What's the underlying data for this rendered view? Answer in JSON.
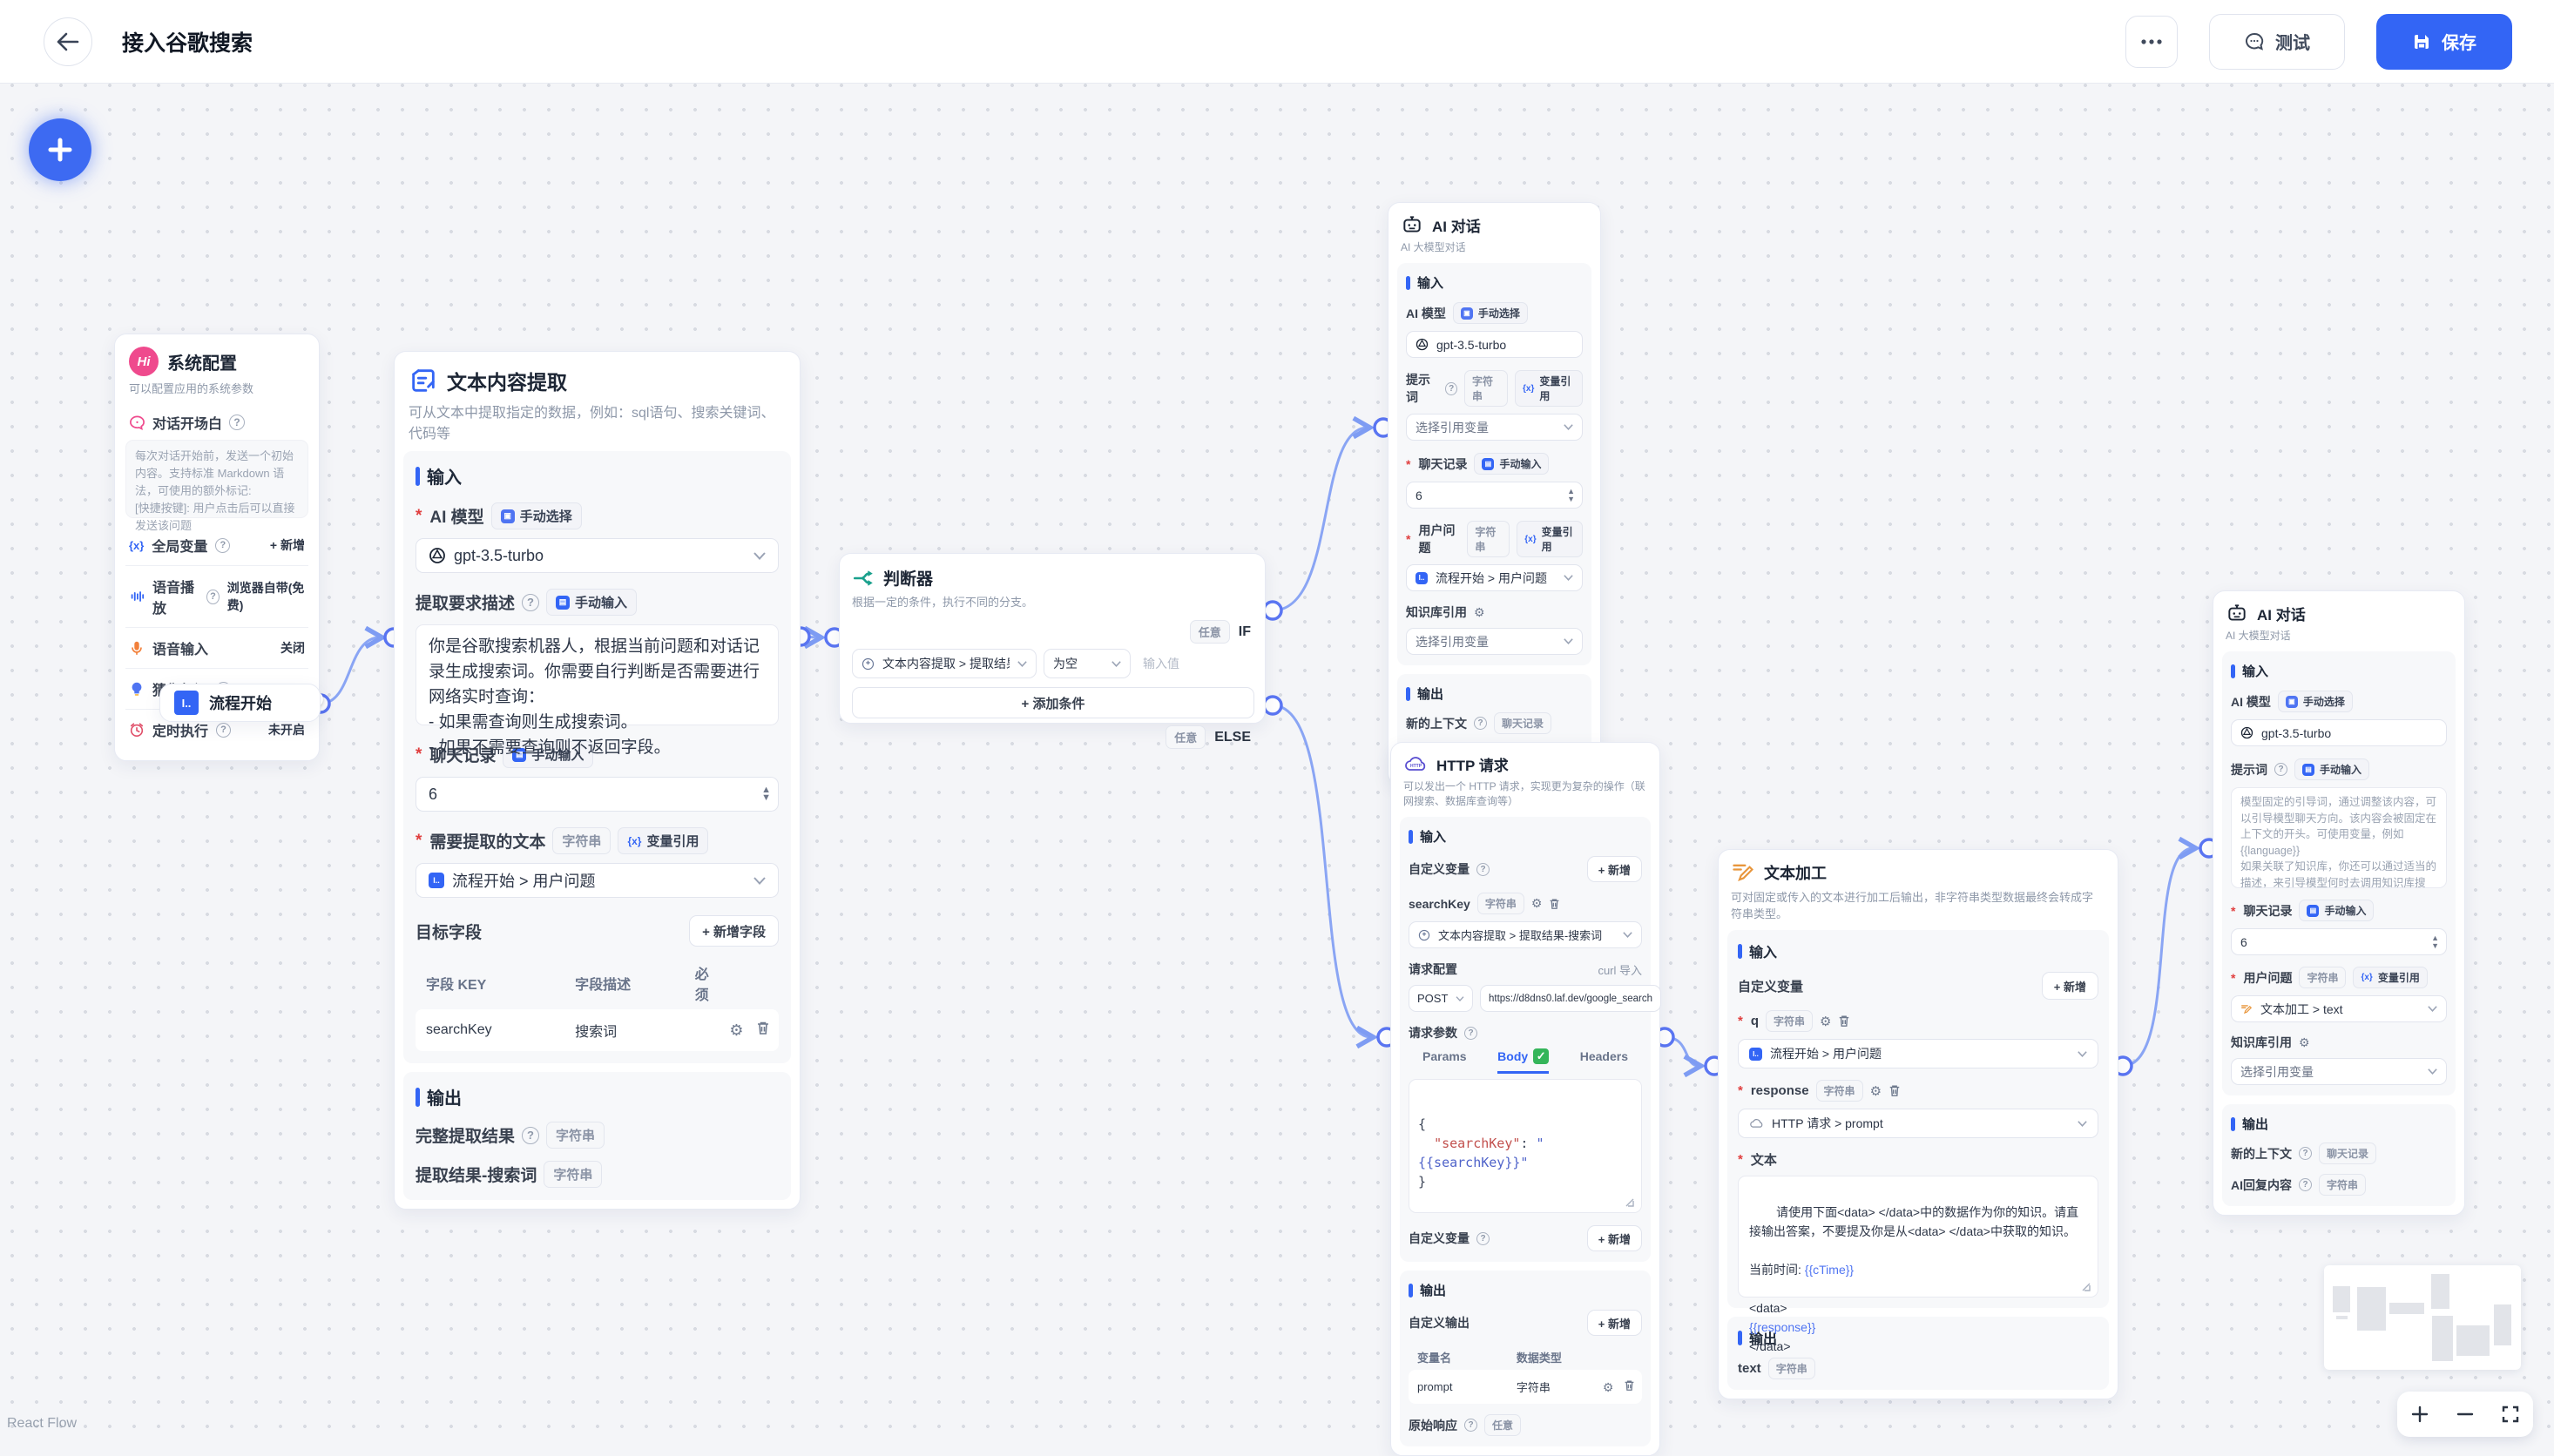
{
  "header": {
    "title": "接入谷歌搜索",
    "test": "测试",
    "save": "保存"
  },
  "common": {
    "help": "?",
    "input": "输入",
    "output": "输出",
    "model_label": "AI 模型",
    "model_value": "gpt-3.5-turbo",
    "prompt_label": "提示词",
    "history_label": "聊天记录",
    "history_value": "6",
    "question_label": "用户问题",
    "kb_label": "知识库引用",
    "select_placeholder": "选择引用变量",
    "new_context_label": "新的上下文",
    "ai_reply_label": "AI回复内容",
    "custom_var_label": "自定义变量",
    "add_new": "+ 新增",
    "string": "字符串",
    "chat_history": "聊天记录",
    "any": "任意",
    "manual_select": "手动选择",
    "manual_input": "手动输入",
    "var_ref": "变量引用"
  },
  "nodes": {
    "system_config": {
      "title": "系统配置",
      "icon_text": "Hi",
      "desc": "可以配置应用的系统参数",
      "welcome_label": "对话开场白",
      "welcome_placeholder": "每次对话开始前，发送一个初始内容。支持标准 Markdown 语法，可使用的额外标记:\n[快捷按键]: 用户点击后可以直接发送该问题",
      "rows": {
        "global_var": "全局变量",
        "tts": "语音播放",
        "tts_value": "浏览器自带(免费)",
        "stt": "语音输入",
        "stt_value": "关闭",
        "guess": "猜你想问",
        "schedule": "定时执行",
        "schedule_value": "未开启"
      }
    },
    "flow_start": {
      "title": "流程开始"
    },
    "text_extract": {
      "title": "文本内容提取",
      "desc": "可从文本中提取指定的数据，例如：sql语句、搜索关键词、代码等",
      "extract_desc_label": "提取要求描述",
      "extract_desc_value": "你是谷歌搜索机器人，根据当前问题和对话记录生成搜索词。你需要自行判断是否需要进行网络实时查询：\n- 如果需查询则生成搜索词。\n- 如果不需要查询则不返回字段。",
      "source_label": "需要提取的文本",
      "source_value": "流程开始 > 用户问题",
      "target_fields_label": "目标字段",
      "add_field": "+ 新增字段",
      "table": {
        "headers": [
          "字段 KEY",
          "字段描述",
          "必须"
        ],
        "row": {
          "key": "searchKey",
          "desc": "搜索词"
        }
      },
      "outputs": {
        "full": "完整提取结果",
        "field": "提取结果-搜索词"
      }
    },
    "condition": {
      "title": "判断器",
      "desc": "根据一定的条件，执行不同的分支。",
      "if_label": "IF",
      "else_label": "ELSE",
      "cond_value": "文本内容提取 > 提取结果-搜索词",
      "op_value": "为空",
      "value_placeholder": "输入值",
      "add_condition": "+ 添加条件"
    },
    "ai_chat": {
      "title": "AI 对话",
      "desc": "AI 大模型对话"
    },
    "ai_chat_top": {
      "question_value": "流程开始 > 用户问题"
    },
    "ai_chat_right": {
      "prompt_placeholder": "模型固定的引导词，通过调整该内容，可以引导模型聊天方向。该内容会被固定在上下文的开头。可使用变量，例如 {{language}}\n如果关联了知识库，你还可以通过适当的描述，来引导模型何时去调用知识库搜索。例如：\n你是电影《星际穿越》的助手，当用户询问与《星际穿越》相关的内容时，请搜索知识库并结合搜索结果进行回答。",
      "question_value": "文本加工 > text"
    },
    "http": {
      "title": "HTTP 请求",
      "desc": "可以发出一个 HTTP 请求，实现更为复杂的操作（联网搜索、数据库查询等）",
      "var_name": "searchKey",
      "var_value": "文本内容提取 > 提取结果-搜索词",
      "req_config_label": "请求配置",
      "curl_import": "curl 导入",
      "method": "POST",
      "url": "https://d8dns0.laf.dev/google_search",
      "req_params_label": "请求参数",
      "tabs": [
        "Params",
        "Body",
        "Headers"
      ],
      "code_parts": [
        "{\n  ",
        "\"searchKey\"",
        ": ",
        "\"{{searchKey}}\"",
        "\n}"
      ],
      "output_custom_label": "自定义输出",
      "table_headers": [
        "变量名",
        "数据类型"
      ],
      "out_row": {
        "name": "prompt",
        "type": "字符串"
      },
      "raw_label": "原始响应"
    },
    "text_process": {
      "title": "文本加工",
      "desc": "可对固定或传入的文本进行加工后输出，非字符串类型数据最终会转成字符串类型。",
      "var1": "q",
      "var1_value": "流程开始 > 用户问题",
      "var2": "response",
      "var2_value": "HTTP 请求 > prompt",
      "text_label": "文本",
      "text_parts": [
        "请使用下面<data> </data>中的数据作为你的知识。请直接输出答案，不要提及你是从<data> </data>中获取的知识。\n\n当前时间: ",
        "{{cTime}}",
        "\n\n<data>\n",
        "{{response}}",
        "\n</data>"
      ],
      "out_name": "text"
    }
  },
  "attribution": "React Flow"
}
